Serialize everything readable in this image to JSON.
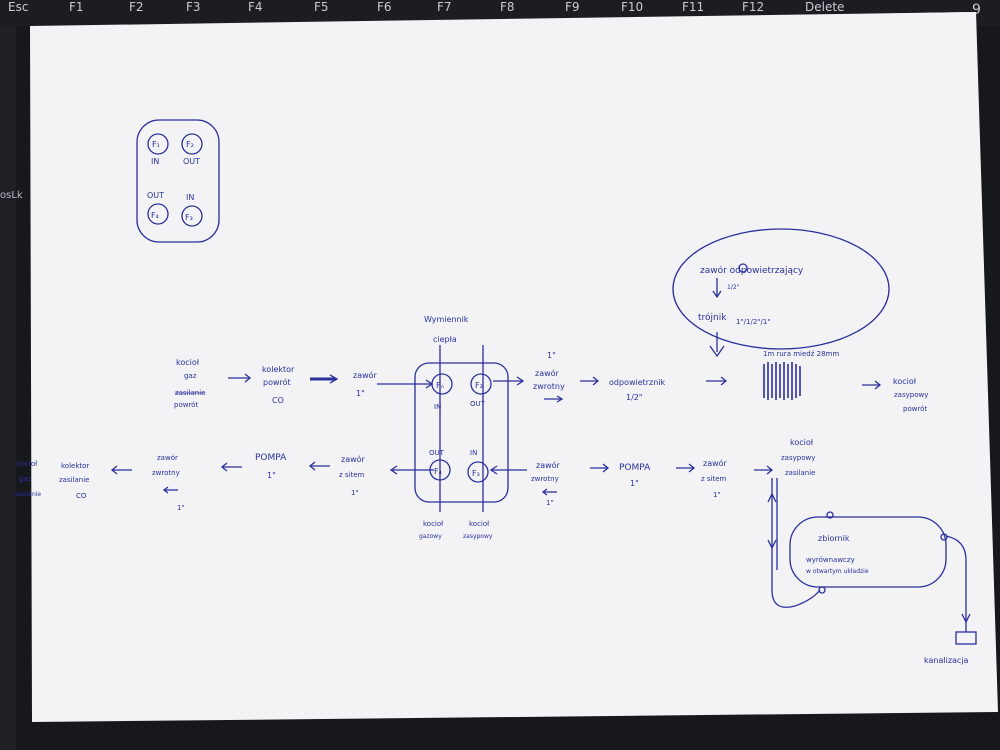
{
  "keyboard": {
    "esc": "Esc",
    "fkeys": [
      "F1",
      "F2",
      "F3",
      "F4",
      "F5",
      "F6",
      "F7",
      "F8",
      "F9",
      "F10",
      "F11",
      "F12",
      "Delete"
    ],
    "side_key": "osLk",
    "corner_digit": "9"
  },
  "legend": {
    "f1": "F₁",
    "f2": "F₂",
    "f3": "F₃",
    "f4": "F₄",
    "in_top": "IN",
    "out_top": "OUT",
    "out_bottom": "OUT",
    "in_bottom": "IN"
  },
  "exchanger": {
    "title_line1": "Wymiennik",
    "title_line2": "ciepła",
    "f1": "Fₙ",
    "f2": "F₂",
    "f3": "F₃",
    "f4": "F₄",
    "in_top": "IN",
    "out_top": "OUT",
    "out_bottom": "OUT",
    "in_bottom": "IN",
    "bottom_left_1": "kocioł",
    "bottom_left_2": "gazowy",
    "bottom_right_1": "kocioł",
    "bottom_right_2": "zasypowy"
  },
  "top_row": {
    "kociol_1": "kocioł",
    "kociol_2": "gaz",
    "kociol_3": "zasilanie",
    "kociol_4": "powrót",
    "kolektor_1": "kolektor",
    "kolektor_2": "powrót",
    "kolektor_3": "CO",
    "zawor_1": "zawór",
    "zawor_2": "1\"",
    "zwrotny_1": "1\"",
    "zwrotny_2": "zawór",
    "zwrotny_3": "zwrotny",
    "odpowietrznik_1": "odpowietrznik",
    "odpowietrznik_2": "1/2\"",
    "radiator_label": "1m rura miedź 28mm",
    "kociol_z_1": "kocioł",
    "kociol_z_2": "zasypowy",
    "kociol_z_3": "powrót"
  },
  "expansion": {
    "zawor_odp": "zawór odpowietrzający",
    "zawor_odp_size": "1/2\"",
    "trojnik": "trójnik",
    "trojnik_size": "1\"/1/2\"/1\""
  },
  "bottom_row": {
    "kociol_gaz_1": "kocioł",
    "kociol_gaz_2": "gaz",
    "kociol_gaz_3": "zasilanie",
    "kolektor_1": "kolektor",
    "kolektor_2": "zasilanie",
    "kolektor_3": "CO",
    "zawor_zwrotny_1": "zawór",
    "zawor_zwrotny_2": "zwrotny",
    "zawor_zwrotny_3": "1\"",
    "pompa_1": "POMPA",
    "pompa_2": "1\"",
    "zawor_sito_1": "zawór",
    "zawor_sito_2": "z sitem",
    "zawor_sito_3": "1\"",
    "zawor_zwrotny_r_1": "zawór",
    "zawor_zwrotny_r_2": "zwrotny",
    "zawor_zwrotny_r_3": "1\"",
    "pompa_r_1": "POMPA",
    "pompa_r_2": "1\"",
    "zawor_sito_r_1": "zawór",
    "zawor_sito_r_2": "z sitem",
    "zawor_sito_r_3": "1\"",
    "kociol_z_1": "kocioł",
    "kociol_z_2": "zasypowy",
    "kociol_z_3": "zasilanie"
  },
  "tank": {
    "line1": "zbiornik",
    "line2": "wyrównawczy",
    "line3": "w otwartym układzie",
    "kanalizacja": "kanalizacja"
  }
}
